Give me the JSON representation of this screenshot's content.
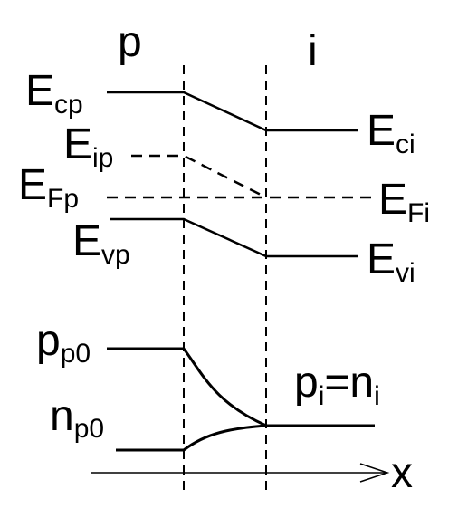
{
  "regions": {
    "p": "p",
    "i": "i"
  },
  "energy_levels": {
    "Ecp": {
      "main": "E",
      "sub": "cp"
    },
    "Eip": {
      "main": "E",
      "sub": "ip"
    },
    "EFp": {
      "main": "E",
      "sub": "Fp"
    },
    "Evp": {
      "main": "E",
      "sub": "vp"
    },
    "Eci": {
      "main": "E",
      "sub": "ci"
    },
    "EFi": {
      "main": "E",
      "sub": "Fi"
    },
    "Evi": {
      "main": "E",
      "sub": "vi"
    }
  },
  "carriers": {
    "pp0": {
      "main": "p",
      "sub": "p0"
    },
    "np0": {
      "main": "n",
      "sub": "p0"
    },
    "pi_eq": {
      "p": "p",
      "p_sub": "i",
      "eq": "=",
      "n": "n",
      "n_sub": "i"
    }
  },
  "axis": {
    "label": "x"
  },
  "colors": {
    "line": "#000000",
    "background": "#ffffff"
  }
}
